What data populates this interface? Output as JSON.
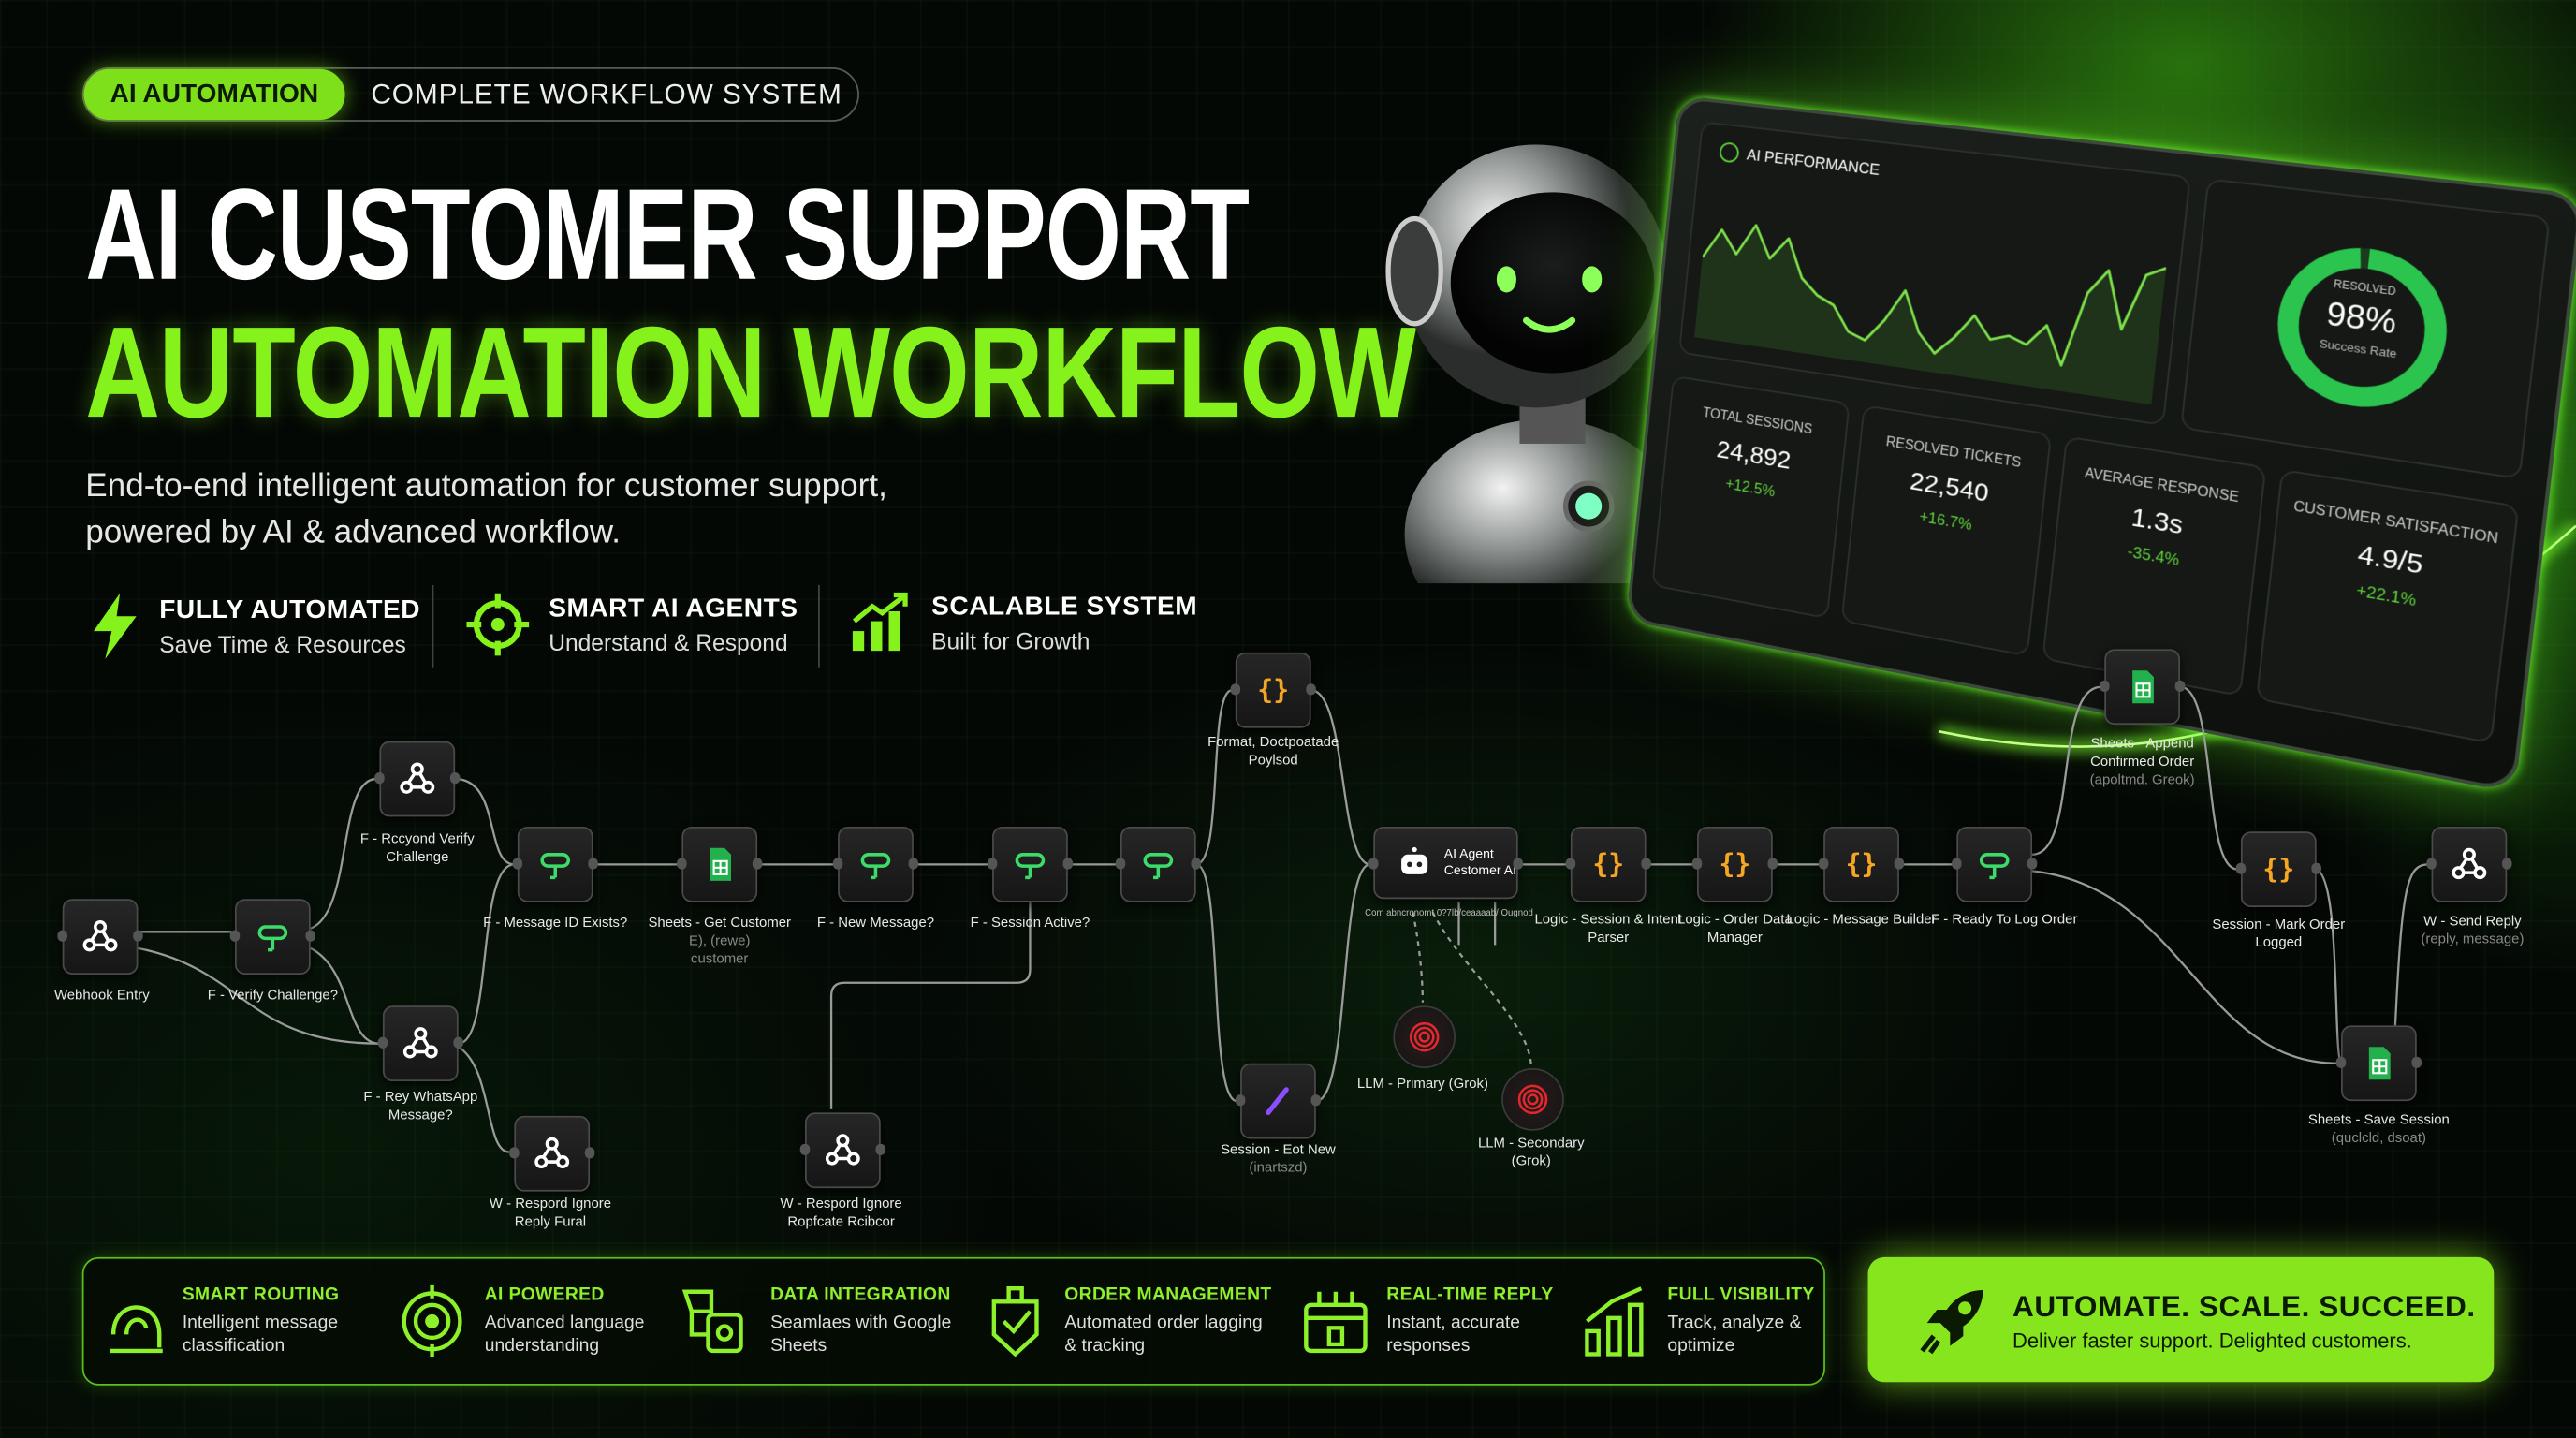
{
  "badge": {
    "highlight": "AI AUTOMATION",
    "text": "COMPLETE WORKFLOW SYSTEM"
  },
  "title": {
    "line1": "AI CUSTOMER SUPPORT",
    "line2": "AUTOMATION WORKFLOW"
  },
  "subtitle": {
    "line1": "End-to-end intelligent automation for customer support,",
    "line2": "powered by AI & advanced workflow."
  },
  "features": [
    {
      "title": "FULLY AUTOMATED",
      "sub": "Save Time & Resources",
      "icon": "lightning-icon"
    },
    {
      "title": "SMART AI AGENTS",
      "sub": "Understand & Respond",
      "icon": "crosshair-icon"
    },
    {
      "title": "SCALABLE SYSTEM",
      "sub": "Built for Growth",
      "icon": "growth-chart-icon"
    }
  ],
  "dashboard": {
    "title": "AI PERFORMANCE",
    "performance_chart": {
      "type": "area",
      "values": [
        50,
        70,
        55,
        76,
        55,
        70,
        45,
        35,
        30,
        14,
        10,
        25,
        46,
        20,
        8,
        20,
        36,
        22,
        26,
        22,
        36,
        12,
        60,
        76,
        40,
        76,
        82
      ]
    },
    "resolved": {
      "label": "RESOLVED",
      "value": "98%",
      "sub": "Success Rate",
      "fraction": 0.98
    },
    "kpis": [
      {
        "label": "TOTAL SESSIONS",
        "value": "24,892",
        "delta": "+12.5%"
      },
      {
        "label": "RESOLVED TICKETS",
        "value": "22,540",
        "delta": "+16.7%"
      },
      {
        "label": "AVERAGE RESPONSE",
        "value": "1.3s",
        "delta": "-35.4%"
      },
      {
        "label": "CUSTOMER SATISFACTION",
        "value": "4.9/5",
        "delta": "+22.1%"
      }
    ]
  },
  "workflow": {
    "webhook_entry": [
      "Webhook Entry"
    ],
    "verify": [
      "F - Verify Challenge?"
    ],
    "recyond": [
      "F - Rccyond Verify",
      "Challenge"
    ],
    "revwa": [
      "F - Rey WhatsApp",
      "Message?"
    ],
    "w_reply": [
      "W - Respord Ignore",
      "Reply Fural"
    ],
    "msgid": [
      "F - Message ID Exists?"
    ],
    "sheets_get": [
      "Sheets - Get Customer",
      "E), (rewe)",
      "customer"
    ],
    "new_msg": [
      "F - New Message?"
    ],
    "session_active": [
      "F - Session Active?"
    ],
    "w_respond2": [
      "W - Respord Ignore",
      "Ropfcate Rcibcor"
    ],
    "format": [
      "Format, Doctpoatade",
      "Poylsod"
    ],
    "session_eot": [
      "Session - Eot New",
      "(inartszd)"
    ],
    "ai_agent": [
      "AI Agent",
      "Cestomer AI"
    ],
    "ai_agent_ports": "Com abncronomt 0?7lb/ceaaaab/ Ougnod",
    "llm1": [
      "LLM - Primary (Grok)"
    ],
    "llm2": [
      "LLM - Secondary",
      "(Grok)"
    ],
    "logic1": [
      "Logic - Session & Intent",
      "Parser"
    ],
    "logic2": [
      "Logic - Order Data",
      "Manager"
    ],
    "logic3": [
      "Logic - Message Builder"
    ],
    "ready": [
      "F - Ready To Log Order"
    ],
    "append": [
      "Sheets - Append",
      "Confirmed Order",
      "(apoltmd. Greok)"
    ],
    "mark": [
      "Session - Mark Order",
      "Logged"
    ],
    "save": [
      "Sheets - Save Session",
      "(quclcld, dsoat)"
    ],
    "send": [
      "W - Send Reply",
      "(reply, message)"
    ]
  },
  "bottom": {
    "items": [
      {
        "title": "SMART ROUTING",
        "l1": "Intelligent message",
        "l2": "classification",
        "icon": "routing-icon"
      },
      {
        "title": "AI POWERED",
        "l1": "Advanced language",
        "l2": "understanding",
        "icon": "target-icon"
      },
      {
        "title": "DATA INTEGRATION",
        "l1": "Seamlaes with Google",
        "l2": "Sheets",
        "icon": "data-integration-icon"
      },
      {
        "title": "ORDER MANAGEMENT",
        "l1": "Automated order lagging",
        "l2": "& tracking",
        "icon": "order-check-icon"
      },
      {
        "title": "REAL-TIME REPLY",
        "l1": "Instant, accurate",
        "l2": "responses",
        "icon": "realtime-icon"
      },
      {
        "title": "FULL VISIBILITY",
        "l1": "Track, analyze &",
        "l2": "optimize",
        "icon": "bar-chart-icon"
      }
    ],
    "cta": {
      "title": "AUTOMATE. SCALE. SUCCEED.",
      "sub": "Deliver faster support. Delighted customers.",
      "icon": "rocket-icon"
    }
  },
  "colors": {
    "accent": "#86e51c",
    "background": "#040805",
    "filter": "#3ddc6a",
    "code": "#f5a623",
    "sheets": "#22b14c",
    "llm": "#e0282e"
  }
}
